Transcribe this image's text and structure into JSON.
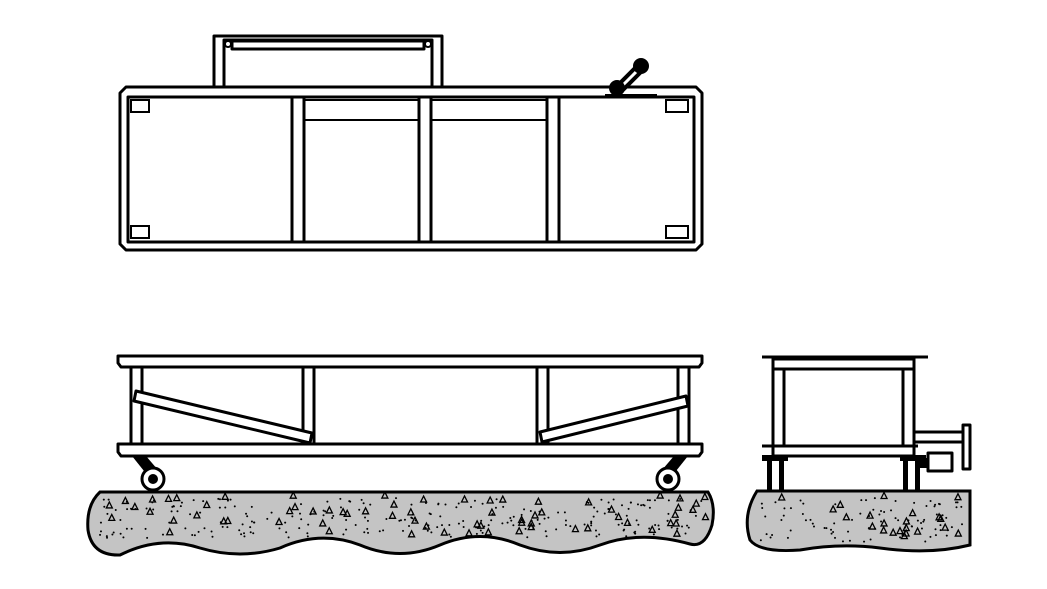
{
  "drawing": {
    "views": [
      "top-view",
      "side-view",
      "end-view"
    ],
    "colors": {
      "line": "#000000",
      "concrete": "#c4c4c4",
      "background": "#ffffff"
    }
  }
}
